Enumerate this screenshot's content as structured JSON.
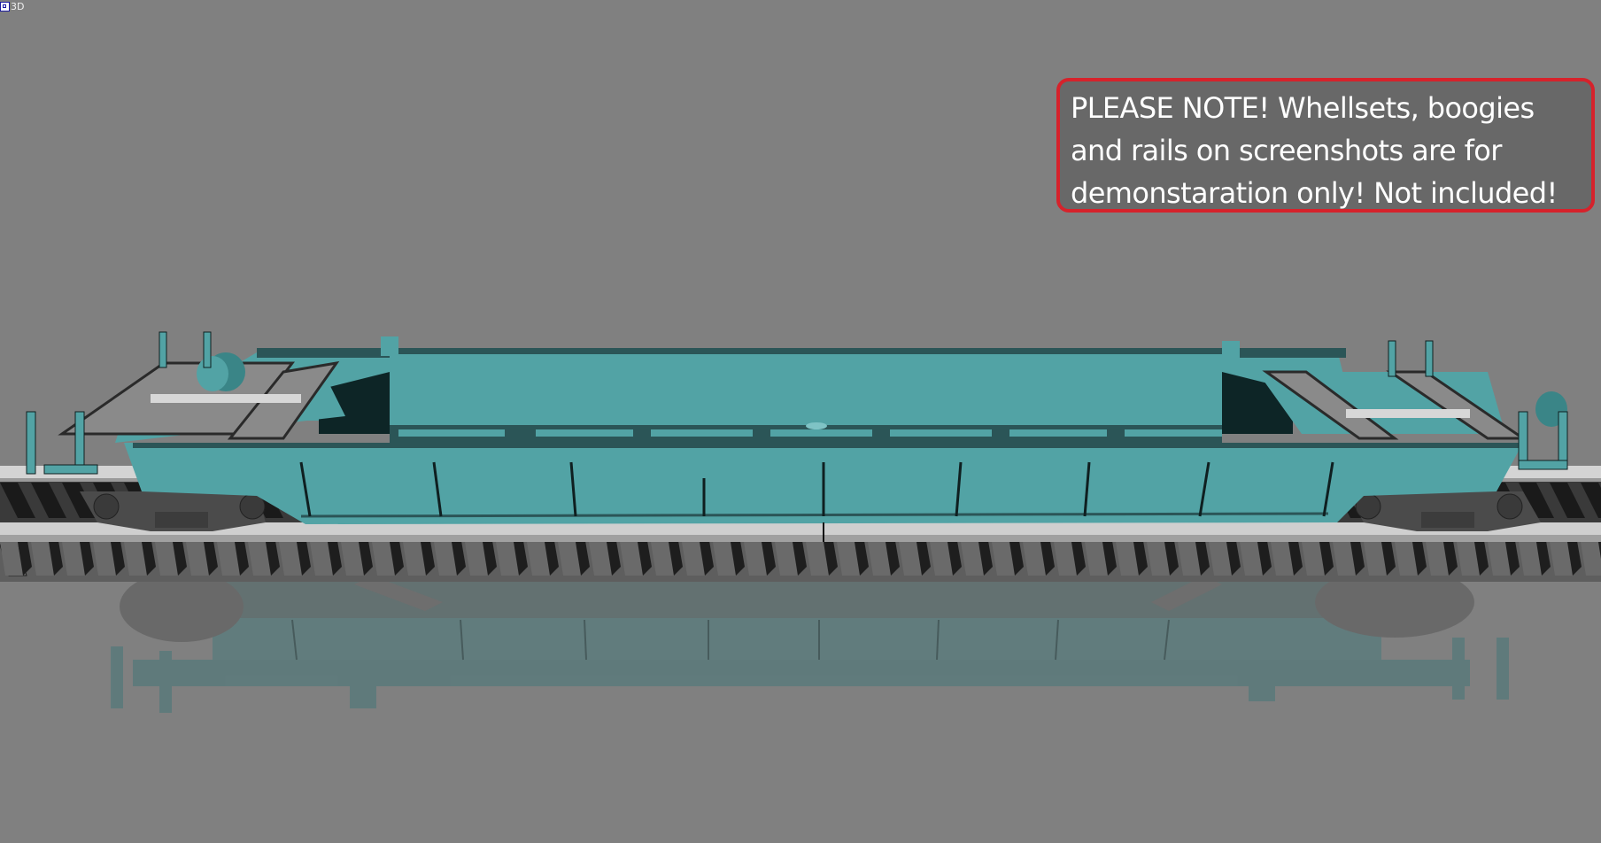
{
  "viewport": {
    "label": "3D",
    "icon": "viewport-zoom-icon",
    "background_color": "#808080"
  },
  "note": {
    "lines": [
      "PLEASE NOTE! Whellsets, boogies",
      "and rails on screenshots are for",
      "demonstaration only! Not included!"
    ],
    "border_color": "#d6222b",
    "background_color": "#686868",
    "text_color": "#ffffff"
  },
  "scene": {
    "subject": "flatcar-railcar-3d-model",
    "body_color": "#52a3a5",
    "shadow_color": "#2b5557",
    "rail_color": "#d0d0d0",
    "sleeper_color": "#4a4a4a",
    "bogie_color": "#4b4b4b",
    "reflection_color": "#5c7c7d"
  }
}
